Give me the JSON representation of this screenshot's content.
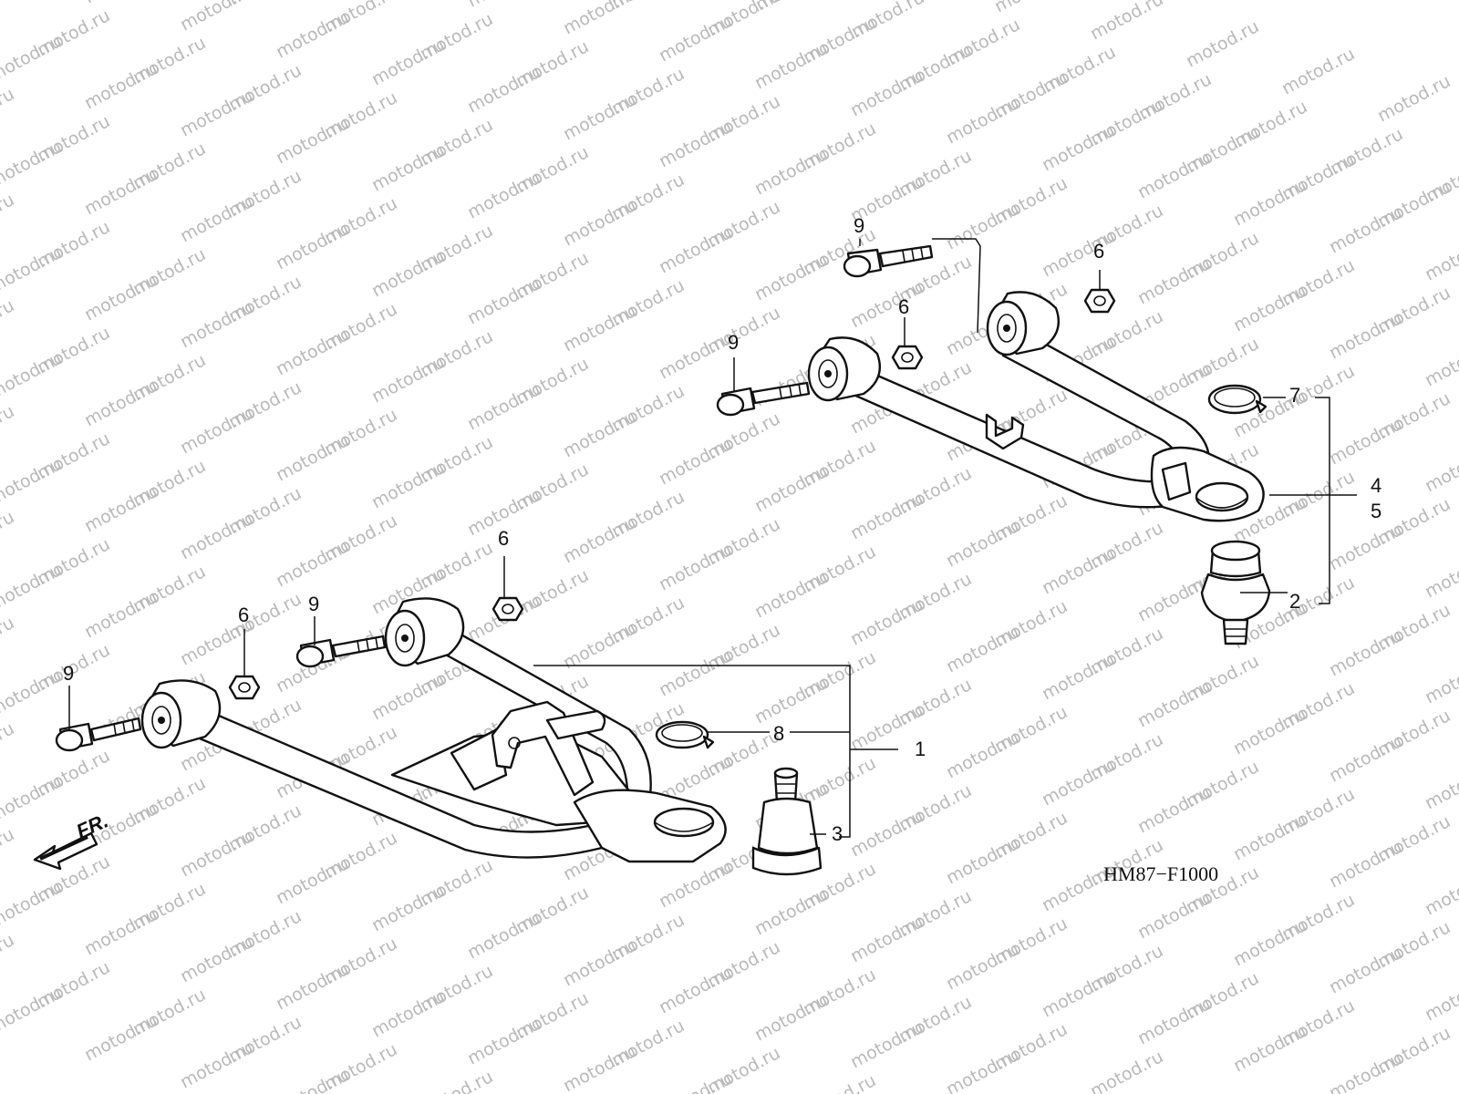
{
  "diagram": {
    "watermark": "motod.ru",
    "code": "HM87−F1000",
    "front_marker": "FR.",
    "callouts": {
      "c1": "1",
      "c2": "2",
      "c3": "3",
      "c4": "4",
      "c5": "5",
      "c6a": "6",
      "c6b": "6",
      "c6c": "6",
      "c6d": "6",
      "c7": "7",
      "c8": "8",
      "c9a": "9",
      "c9b": "9",
      "c9c": "9",
      "c9d": "9"
    }
  }
}
